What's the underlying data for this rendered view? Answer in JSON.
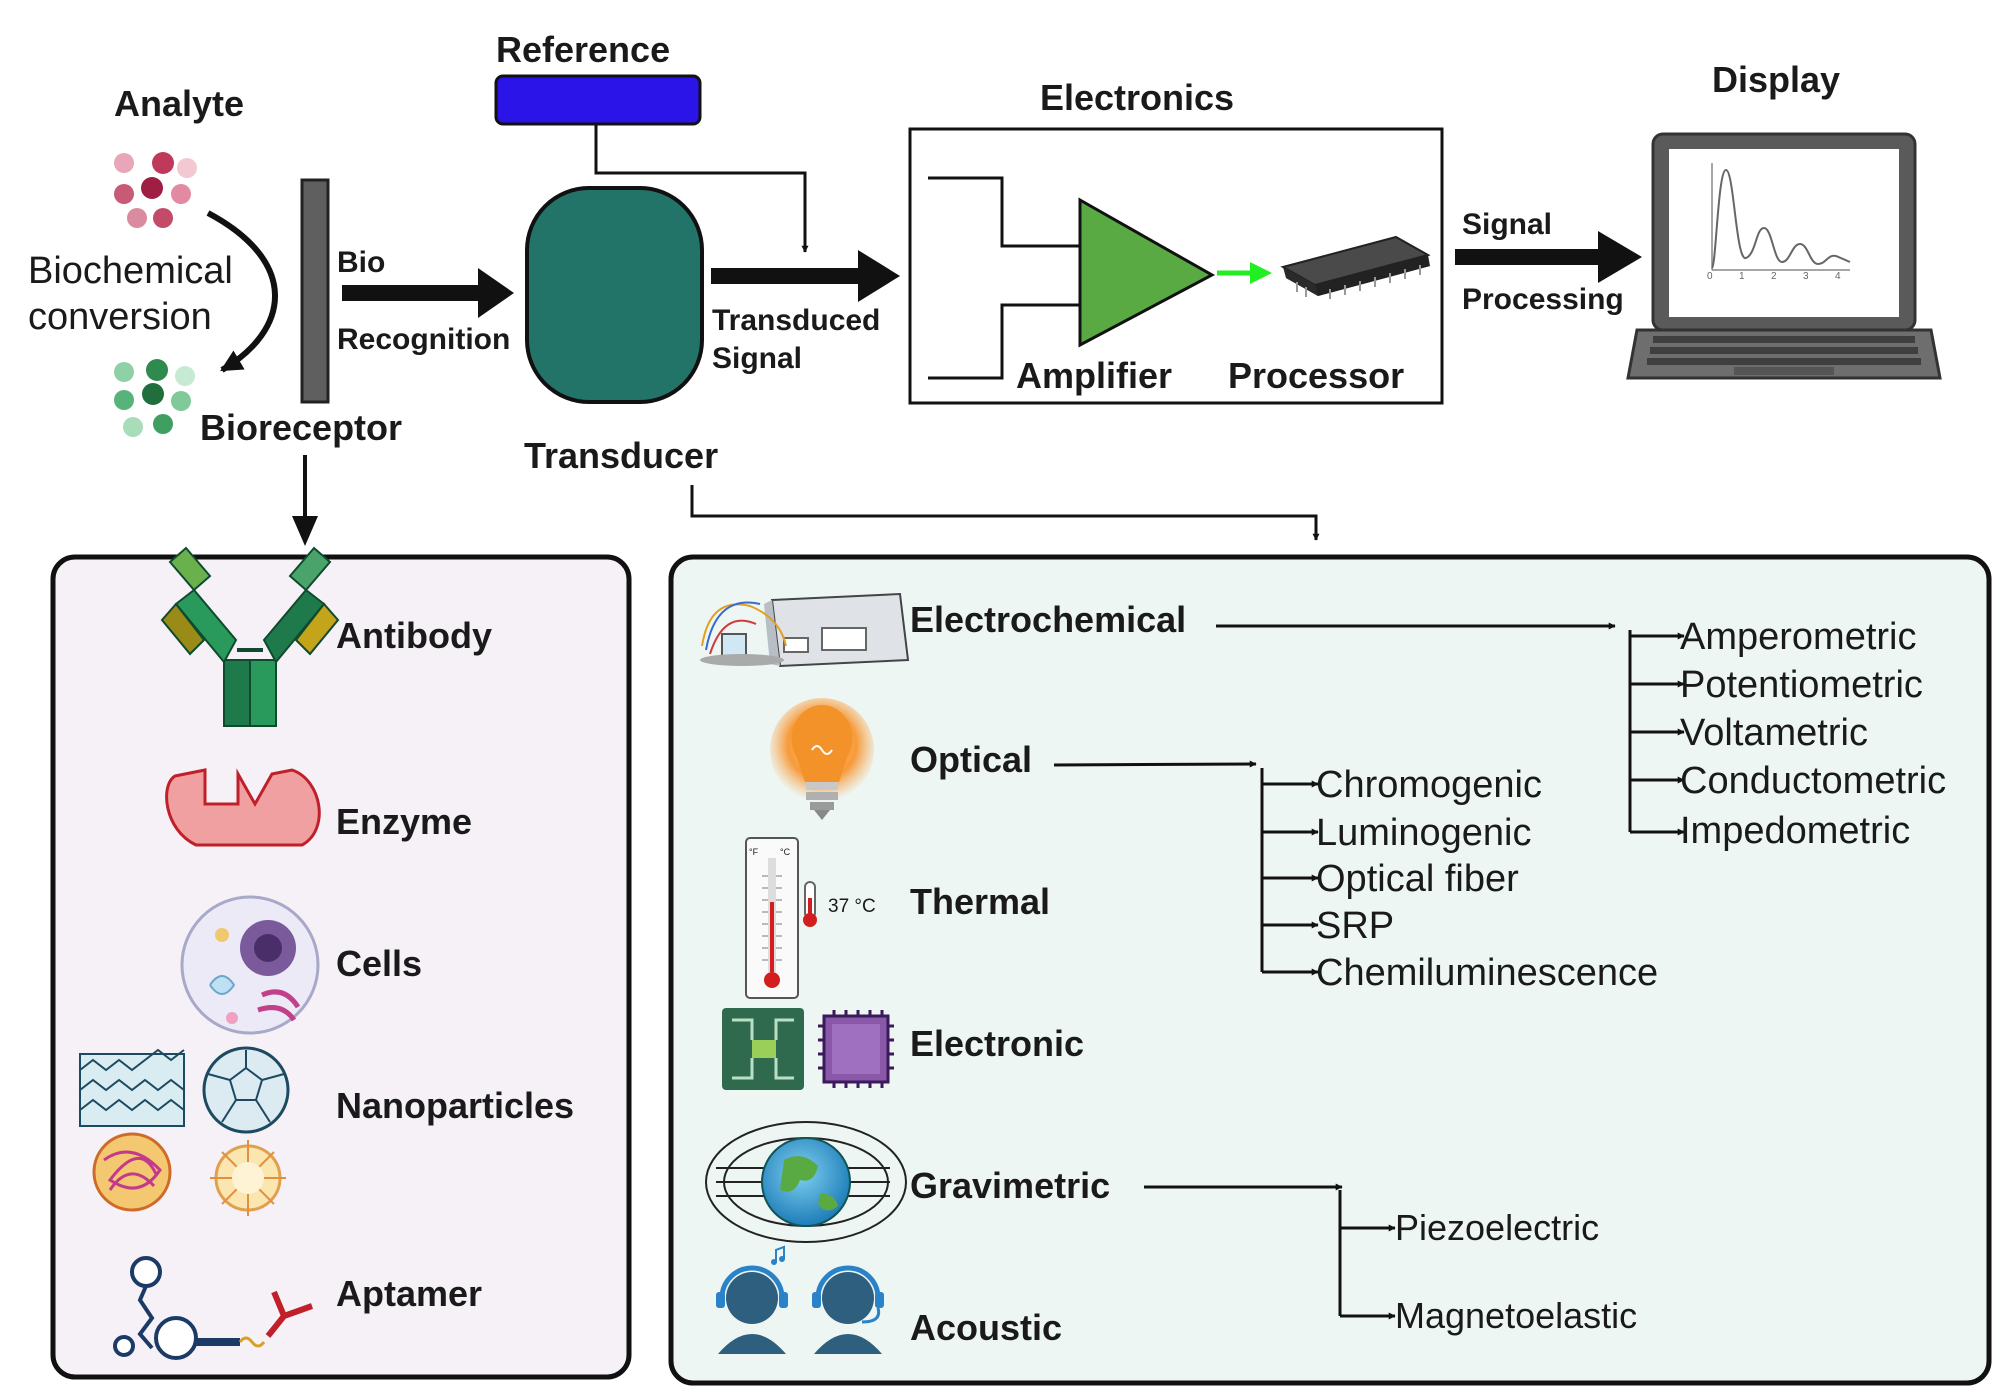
{
  "colors": {
    "reference_bar": "#2b14e8",
    "transducer": "#237468",
    "amplifier": "#5aaa44",
    "green_arrow": "#22ee22",
    "left_panel_bg": "#f5f1f7",
    "right_panel_bg": "#eef6f3",
    "analyte_beads": "#c0395a",
    "bioreceptor_beads": "#3a9a5c"
  },
  "top": {
    "analyte": "Analyte",
    "biochemical_conversion": [
      "Biochemical",
      "conversion"
    ],
    "bioreceptor": "Bioreceptor",
    "bio_recognition": [
      "Bio",
      "Recognition"
    ],
    "reference": "Reference",
    "transducer": "Transducer",
    "transduced_signal": [
      "Transduced",
      "Signal"
    ],
    "electronics": "Electronics",
    "amplifier": "Amplifier",
    "processor": "Processor",
    "signal_processing": [
      "Signal",
      "Processing"
    ],
    "display": "Display",
    "display_plot_ticks": [
      "0",
      "1",
      "2",
      "3",
      "4"
    ]
  },
  "bioreceptors": {
    "items": [
      {
        "label": "Antibody",
        "icon": "antibody-icon"
      },
      {
        "label": "Enzyme",
        "icon": "enzyme-icon"
      },
      {
        "label": "Cells",
        "icon": "cell-icon"
      },
      {
        "label": "Nanoparticles",
        "icon": "nanoparticles-icon"
      },
      {
        "label": "Aptamer",
        "icon": "aptamer-icon"
      }
    ]
  },
  "transducers": {
    "electrochemical": {
      "label": "Electrochemical",
      "subtypes": [
        "Amperometric",
        "Potentiometric",
        "Voltametric",
        "Conductometric",
        "Impedometric"
      ]
    },
    "optical": {
      "label": "Optical",
      "subtypes": [
        "Chromogenic",
        "Luminogenic",
        "Optical fiber",
        "SRP",
        "Chemiluminescence"
      ]
    },
    "thermal": {
      "label": "Thermal",
      "thermometer_reading": "37 °C",
      "fahrenheit_unit": "°F",
      "celsius_unit": "°C"
    },
    "electronic": {
      "label": "Electronic"
    },
    "gravimetric": {
      "label": "Gravimetric",
      "subtypes": [
        "Piezoelectric",
        "Magnetoelastic"
      ]
    },
    "acoustic": {
      "label": "Acoustic"
    }
  }
}
